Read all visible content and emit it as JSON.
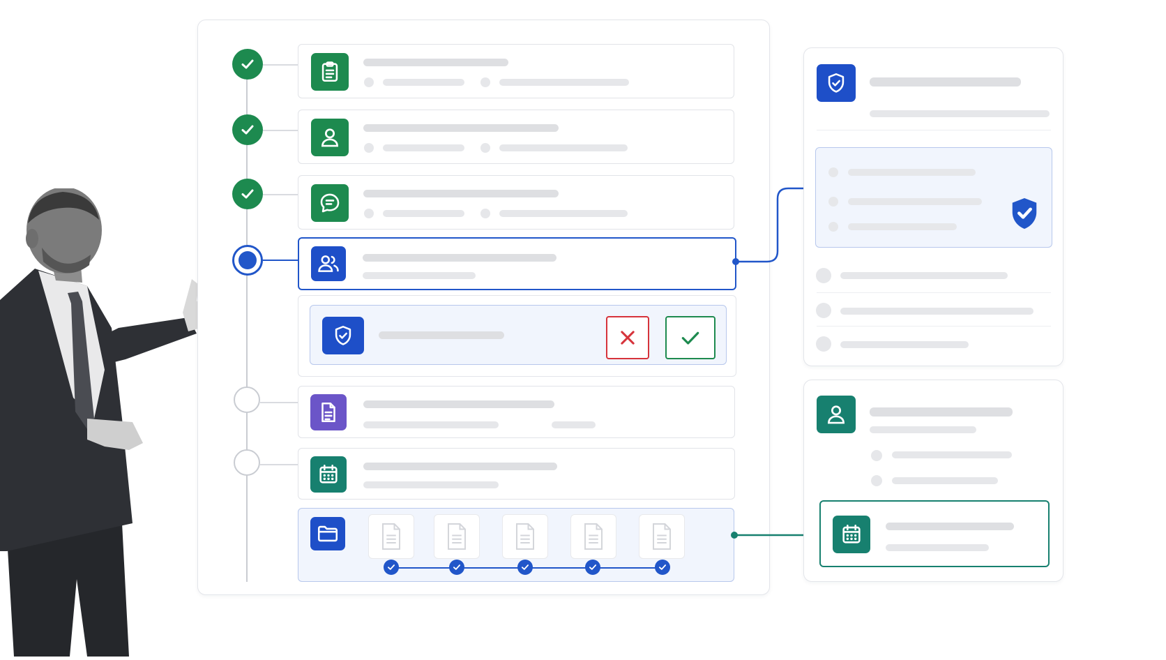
{
  "colors": {
    "success": "#1d8a4f",
    "primary": "#2156c9",
    "danger": "#d6333b",
    "teal": "#17806f",
    "purple": "#6b55c8",
    "placeholder": "#e6e7ea"
  },
  "workflow": {
    "steps": [
      {
        "status": "completed",
        "icon": "clipboard-icon"
      },
      {
        "status": "completed",
        "icon": "user-icon"
      },
      {
        "status": "completed",
        "icon": "chat-bubble-icon"
      },
      {
        "status": "current",
        "icon": "users-icon"
      },
      {
        "status": "pending",
        "icon": "document-icon"
      },
      {
        "status": "pending",
        "icon": "calendar-icon"
      }
    ],
    "approval_panel": {
      "icon": "shield-check-icon",
      "actions": [
        "reject",
        "approve"
      ]
    },
    "files_row": {
      "icon": "folder-icon",
      "file_count": 5,
      "all_verified": true
    }
  },
  "side_panels": {
    "security": {
      "icon": "shield-check-icon",
      "badge_icon": "shield-check-icon"
    },
    "profile": {
      "icon": "user-icon",
      "linked_icon": "calendar-icon"
    }
  },
  "presenter": {
    "image": "man-in-suit-presenting"
  }
}
